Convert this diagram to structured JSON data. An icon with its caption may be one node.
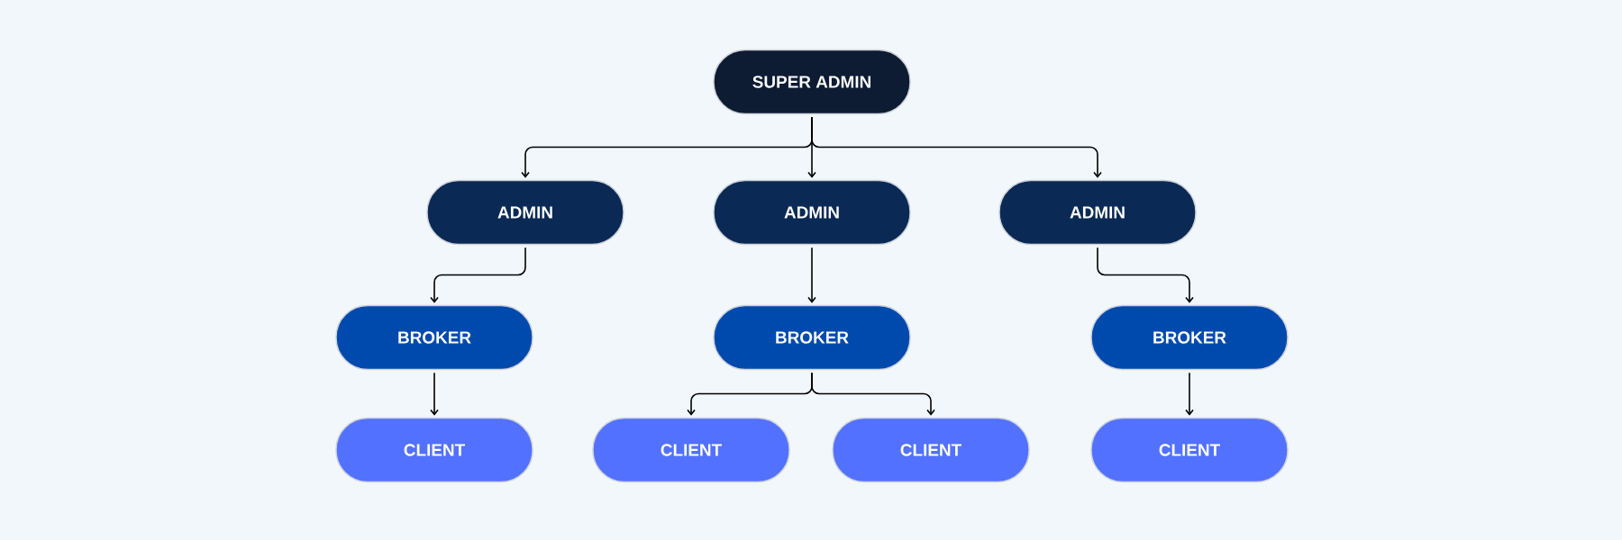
{
  "diagram": {
    "nodes": [
      {
        "text": [
          "SUPER ADMIN"
        ]
      },
      {
        "text": [
          "ADMIN"
        ]
      },
      {
        "text": [
          "ADMIN"
        ]
      },
      {
        "text": [
          "ADMIN"
        ]
      },
      {
        "text": [
          "BROKER"
        ]
      },
      {
        "text": [
          "BROKER"
        ]
      },
      {
        "text": [
          "BROKER"
        ]
      },
      {
        "text": [
          "CLIENT"
        ]
      },
      {
        "text": [
          "CLIENT"
        ]
      },
      {
        "text": [
          "CLIENT"
        ]
      },
      {
        "text": [
          "CLIENT"
        ]
      }
    ],
    "edges": [
      {
        "from": 0,
        "to": 1,
        "arrow": "to"
      },
      {
        "from": 0,
        "to": 2,
        "arrow": "to"
      },
      {
        "from": 0,
        "to": 3,
        "arrow": "to"
      },
      {
        "from": 1,
        "to": 4,
        "arrow": "to"
      },
      {
        "from": 2,
        "to": 5,
        "arrow": "to"
      },
      {
        "from": 3,
        "to": 6,
        "arrow": "to"
      },
      {
        "from": 4,
        "to": 7,
        "arrow": "to"
      },
      {
        "from": 5,
        "to": 8,
        "arrow": "to"
      },
      {
        "from": 5,
        "to": 9,
        "arrow": "to"
      },
      {
        "from": 6,
        "to": 10,
        "arrow": "to"
      }
    ]
  }
}
